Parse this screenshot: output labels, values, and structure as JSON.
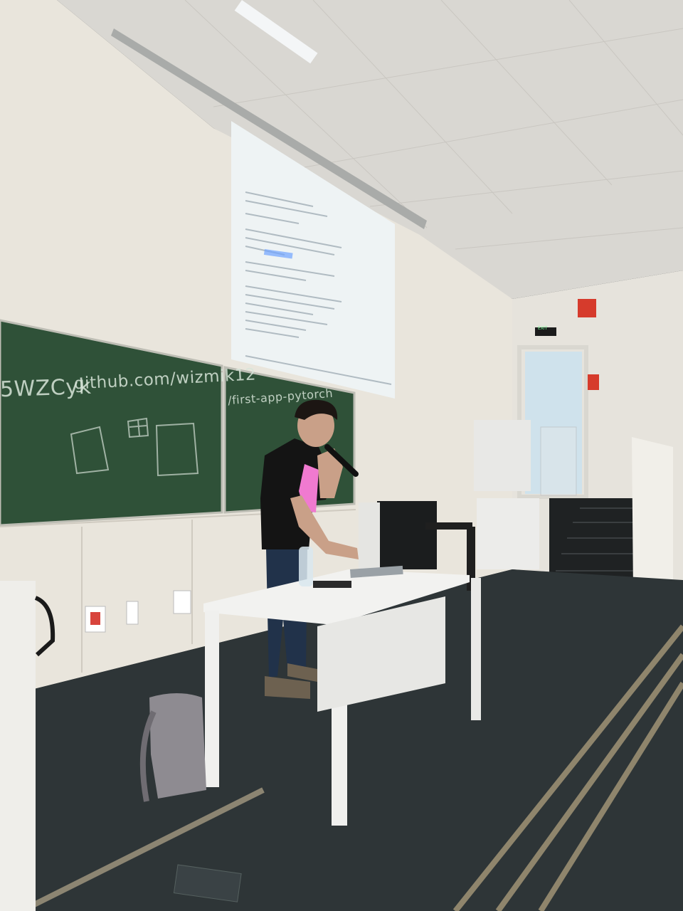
{
  "scene": {
    "description_tags": [
      "lecture-hall",
      "presenter",
      "projector-screen",
      "chalkboard",
      "desk"
    ]
  },
  "chalkboard": {
    "left_text": "5WZCyk",
    "middle_text": "github.com/wizmik12",
    "right_text": "/first-app-pytorch"
  },
  "exit_sign": {
    "text": "EXIT"
  },
  "colors": {
    "wall": "#e8e4dc",
    "ceiling": "#d8d6d1",
    "chalkboard": "#2f5138",
    "floor": "#2e3537",
    "screen": "#eef3f4",
    "desk": "#f2f2f0",
    "shirt": "#141414",
    "shirt_print": "#f07ad0",
    "jeans": "#21324a"
  }
}
